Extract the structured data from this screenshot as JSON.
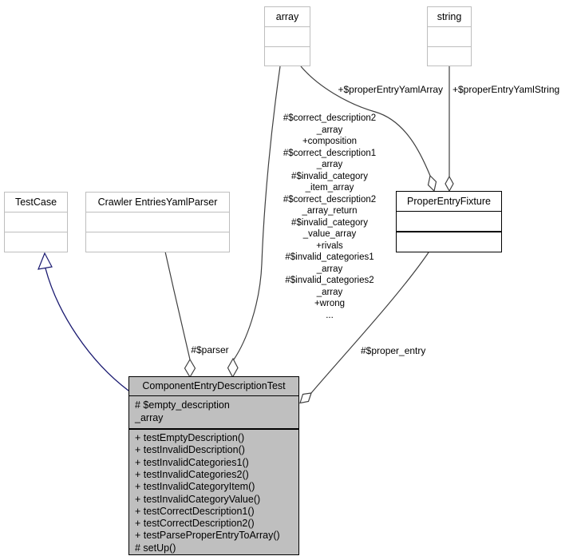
{
  "diagram_title": "ComponentEntryDescriptionTest collaboration diagram",
  "nodes": {
    "array": {
      "title": "array"
    },
    "string": {
      "title": "string"
    },
    "testcase": {
      "title": "TestCase"
    },
    "parser": {
      "title": "Crawler EntriesYamlParser"
    },
    "fixture": {
      "title": "ProperEntryFixture"
    },
    "main": {
      "title": "ComponentEntryDescriptionTest",
      "attributes": [
        "# $empty_description\n_array"
      ],
      "methods": [
        "+ testEmptyDescription()",
        "+ testInvalidDescription()",
        "+ testInvalidCategories1()",
        "+ testInvalidCategories2()",
        "+ testInvalidCategoryItem()",
        "+ testInvalidCategoryValue()",
        "+ testCorrectDescription1()",
        "+ testCorrectDescription2()",
        "+ testParseProperEntryToArray()",
        "# setUp()"
      ]
    }
  },
  "labels": {
    "proper_entry_yaml_array": "+$properEntryYamlArray",
    "proper_entry_yaml_string": "+$properEntryYamlString",
    "parser": "#$parser",
    "proper_entry": "#$proper_entry",
    "array_usage_lines": [
      "#$correct_description2",
      "_array",
      "+composition",
      "#$correct_description1",
      "_array",
      "#$invalid_category",
      "_item_array",
      "#$correct_description2",
      "_array_return",
      "#$invalid_category",
      "_value_array",
      "+rivals",
      "#$invalid_categories1",
      "_array",
      "#$invalid_categories2",
      "_array",
      "+wrong",
      "..."
    ]
  },
  "colors": {
    "background": "#ffffff",
    "undocumented_node_border": "#bebebe",
    "documented_node_border": "#000000",
    "current_node_fill": "#bfbfbf",
    "usage_edge": "#404040",
    "inheritance_edge": "#191970",
    "label_text": "#000000"
  }
}
